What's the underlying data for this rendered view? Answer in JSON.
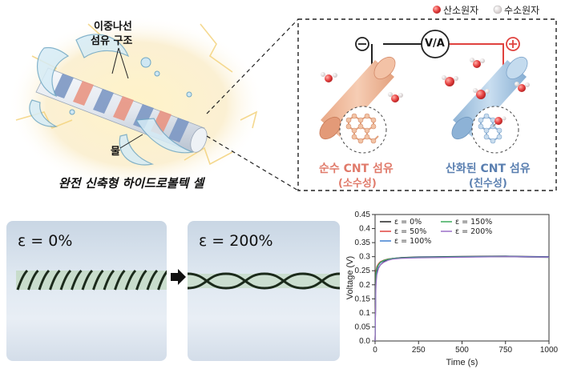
{
  "legend_top": {
    "oxygen_label": "산소원자",
    "hydrogen_label": "수소원자",
    "oxygen_color": "#e84545",
    "hydrogen_color": "#e8e0e0"
  },
  "fiber": {
    "structure_label_line1": "이중나선",
    "structure_label_line2": "섬유 구조",
    "water_label": "물",
    "caption": "완전 신축형 하이드로볼텍 셀"
  },
  "circuit": {
    "meter_label": "V/A",
    "neg_symbol": "⊖",
    "pos_symbol": "⊕"
  },
  "fibers_compare": {
    "left_title": "순수 CNT 섬유",
    "left_sub": "(소수성)",
    "right_title": "산화된 CNT 섬유",
    "right_sub": "(친수성)",
    "left_color": "#e07a6a",
    "right_color": "#5a7fb0"
  },
  "photos": {
    "left_label": "ε = 0%",
    "right_label": "ε = 200%"
  },
  "chart_data": {
    "type": "line",
    "xlabel": "Time (s)",
    "ylabel": "Voltage (V)",
    "xlim": [
      0,
      1000
    ],
    "ylim": [
      0,
      0.45
    ],
    "xticks": [
      0,
      250,
      500,
      750,
      1000
    ],
    "yticks": [
      0.0,
      0.05,
      0.1,
      0.15,
      0.2,
      0.25,
      0.3,
      0.35,
      0.4,
      0.45
    ],
    "ytick_labels": [
      "0.0",
      "0.05",
      "0.1",
      "0.15",
      "0.2",
      "0.25",
      "0.3",
      "0.35",
      "0.4",
      "0.45"
    ],
    "legend": "top-left",
    "series": [
      {
        "name": "ε = 0%",
        "color": "#222222",
        "x": [
          0,
          5,
          10,
          20,
          30,
          50,
          75,
          100,
          150,
          250,
          500,
          750,
          1000
        ],
        "y": [
          0,
          0.22,
          0.245,
          0.26,
          0.27,
          0.282,
          0.29,
          0.294,
          0.297,
          0.299,
          0.301,
          0.302,
          0.3
        ]
      },
      {
        "name": "ε = 50%",
        "color": "#e0423e",
        "x": [
          0,
          5,
          10,
          20,
          30,
          50,
          75,
          100,
          150,
          250,
          500,
          750,
          1000
        ],
        "y": [
          0,
          0.25,
          0.265,
          0.275,
          0.282,
          0.288,
          0.292,
          0.294,
          0.296,
          0.297,
          0.299,
          0.3,
          0.298
        ]
      },
      {
        "name": "ε = 100%",
        "color": "#3f7fd0",
        "x": [
          0,
          5,
          10,
          20,
          30,
          50,
          75,
          100,
          150,
          250,
          500,
          750,
          1000
        ],
        "y": [
          0,
          0.23,
          0.255,
          0.27,
          0.278,
          0.286,
          0.291,
          0.294,
          0.296,
          0.298,
          0.3,
          0.301,
          0.299
        ]
      },
      {
        "name": "ε = 150%",
        "color": "#3aaa5a",
        "x": [
          0,
          5,
          10,
          20,
          30,
          50,
          75,
          100,
          150,
          250,
          500,
          750,
          1000
        ],
        "y": [
          0,
          0.24,
          0.26,
          0.272,
          0.28,
          0.287,
          0.291,
          0.293,
          0.295,
          0.297,
          0.299,
          0.3,
          0.297
        ]
      },
      {
        "name": "ε = 200%",
        "color": "#9a6fc8",
        "x": [
          0,
          5,
          10,
          20,
          30,
          50,
          75,
          100,
          150,
          250,
          500,
          750,
          1000
        ],
        "y": [
          0,
          0.2,
          0.235,
          0.258,
          0.27,
          0.28,
          0.287,
          0.291,
          0.294,
          0.296,
          0.298,
          0.3,
          0.298
        ]
      }
    ]
  }
}
